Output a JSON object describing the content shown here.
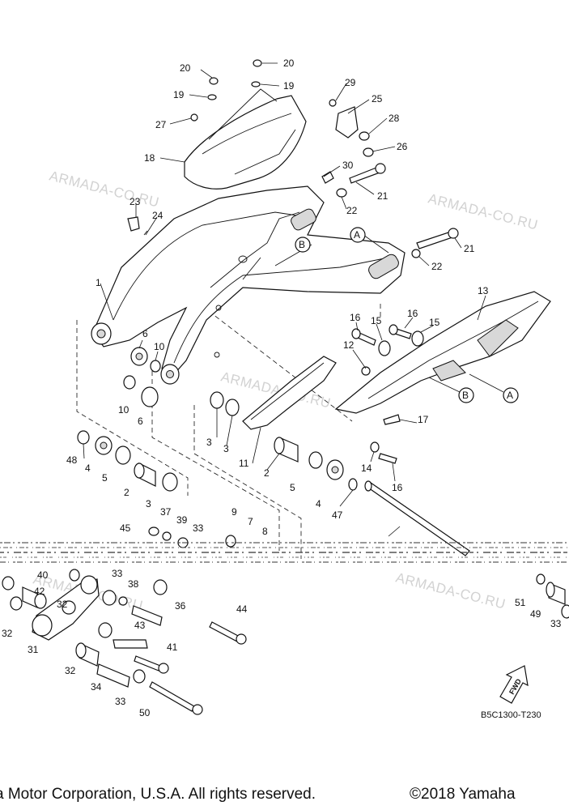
{
  "diagram": {
    "part_code": "B5C1300-T230",
    "watermark_text": "ARMADA-CO.RU",
    "fwd_label": "FWD",
    "reference_markers": [
      "A",
      "B"
    ],
    "callouts": [
      "20",
      "20",
      "19",
      "19",
      "29",
      "25",
      "27",
      "28",
      "26",
      "18",
      "30",
      "21",
      "22",
      "23",
      "24",
      "21",
      "22",
      "1",
      "13",
      "16",
      "16",
      "15",
      "15",
      "12",
      "6",
      "10",
      "10",
      "6",
      "B",
      "A",
      "17",
      "48",
      "4",
      "5",
      "2",
      "3",
      "3",
      "3",
      "11",
      "2",
      "14",
      "5",
      "4",
      "47",
      "16",
      "37",
      "39",
      "33",
      "9",
      "7",
      "8",
      "45",
      "40",
      "42",
      "32",
      "33",
      "38",
      "36",
      "44",
      "43",
      "41",
      "51",
      "49",
      "33",
      "32",
      "31",
      "32",
      "34",
      "33",
      "50"
    ]
  },
  "footer": {
    "copyright_left": "a Motor Corporation, U.S.A. All rights reserved.",
    "copyright_right": "©2018 Yamaha"
  }
}
